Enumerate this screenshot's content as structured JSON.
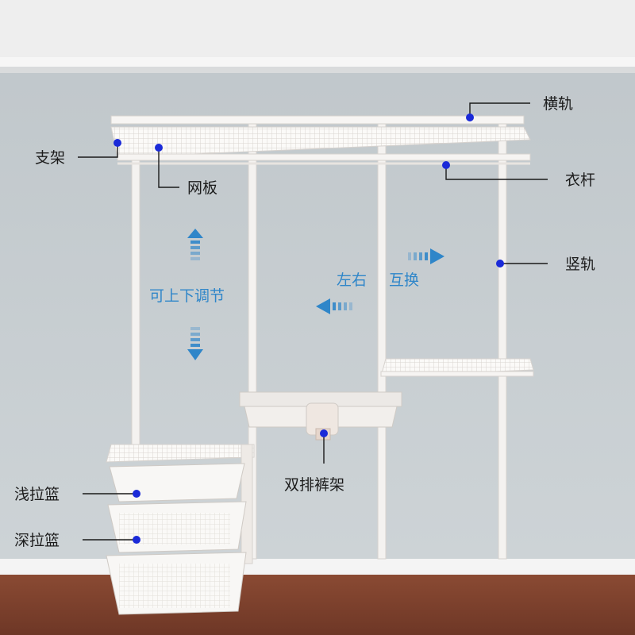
{
  "labels": {
    "horizontal_rail": "横轨",
    "bracket": "支架",
    "wire_shelf": "网板",
    "hanging_rod": "衣杆",
    "vertical_rail": "竖轨",
    "adjustable": "可上下调节",
    "swap_left": "左右",
    "swap_right": "互换",
    "double_pants_rack": "双排裤架",
    "shallow_basket": "浅拉篮",
    "deep_basket": "深拉篮"
  },
  "colors": {
    "wall": "#c9d0d4",
    "floor": "#7a3f2c",
    "rack_white": "#f4f2f0",
    "annotation_dot": "#1a2ad8",
    "arrow_blue": "#2f86c9"
  }
}
